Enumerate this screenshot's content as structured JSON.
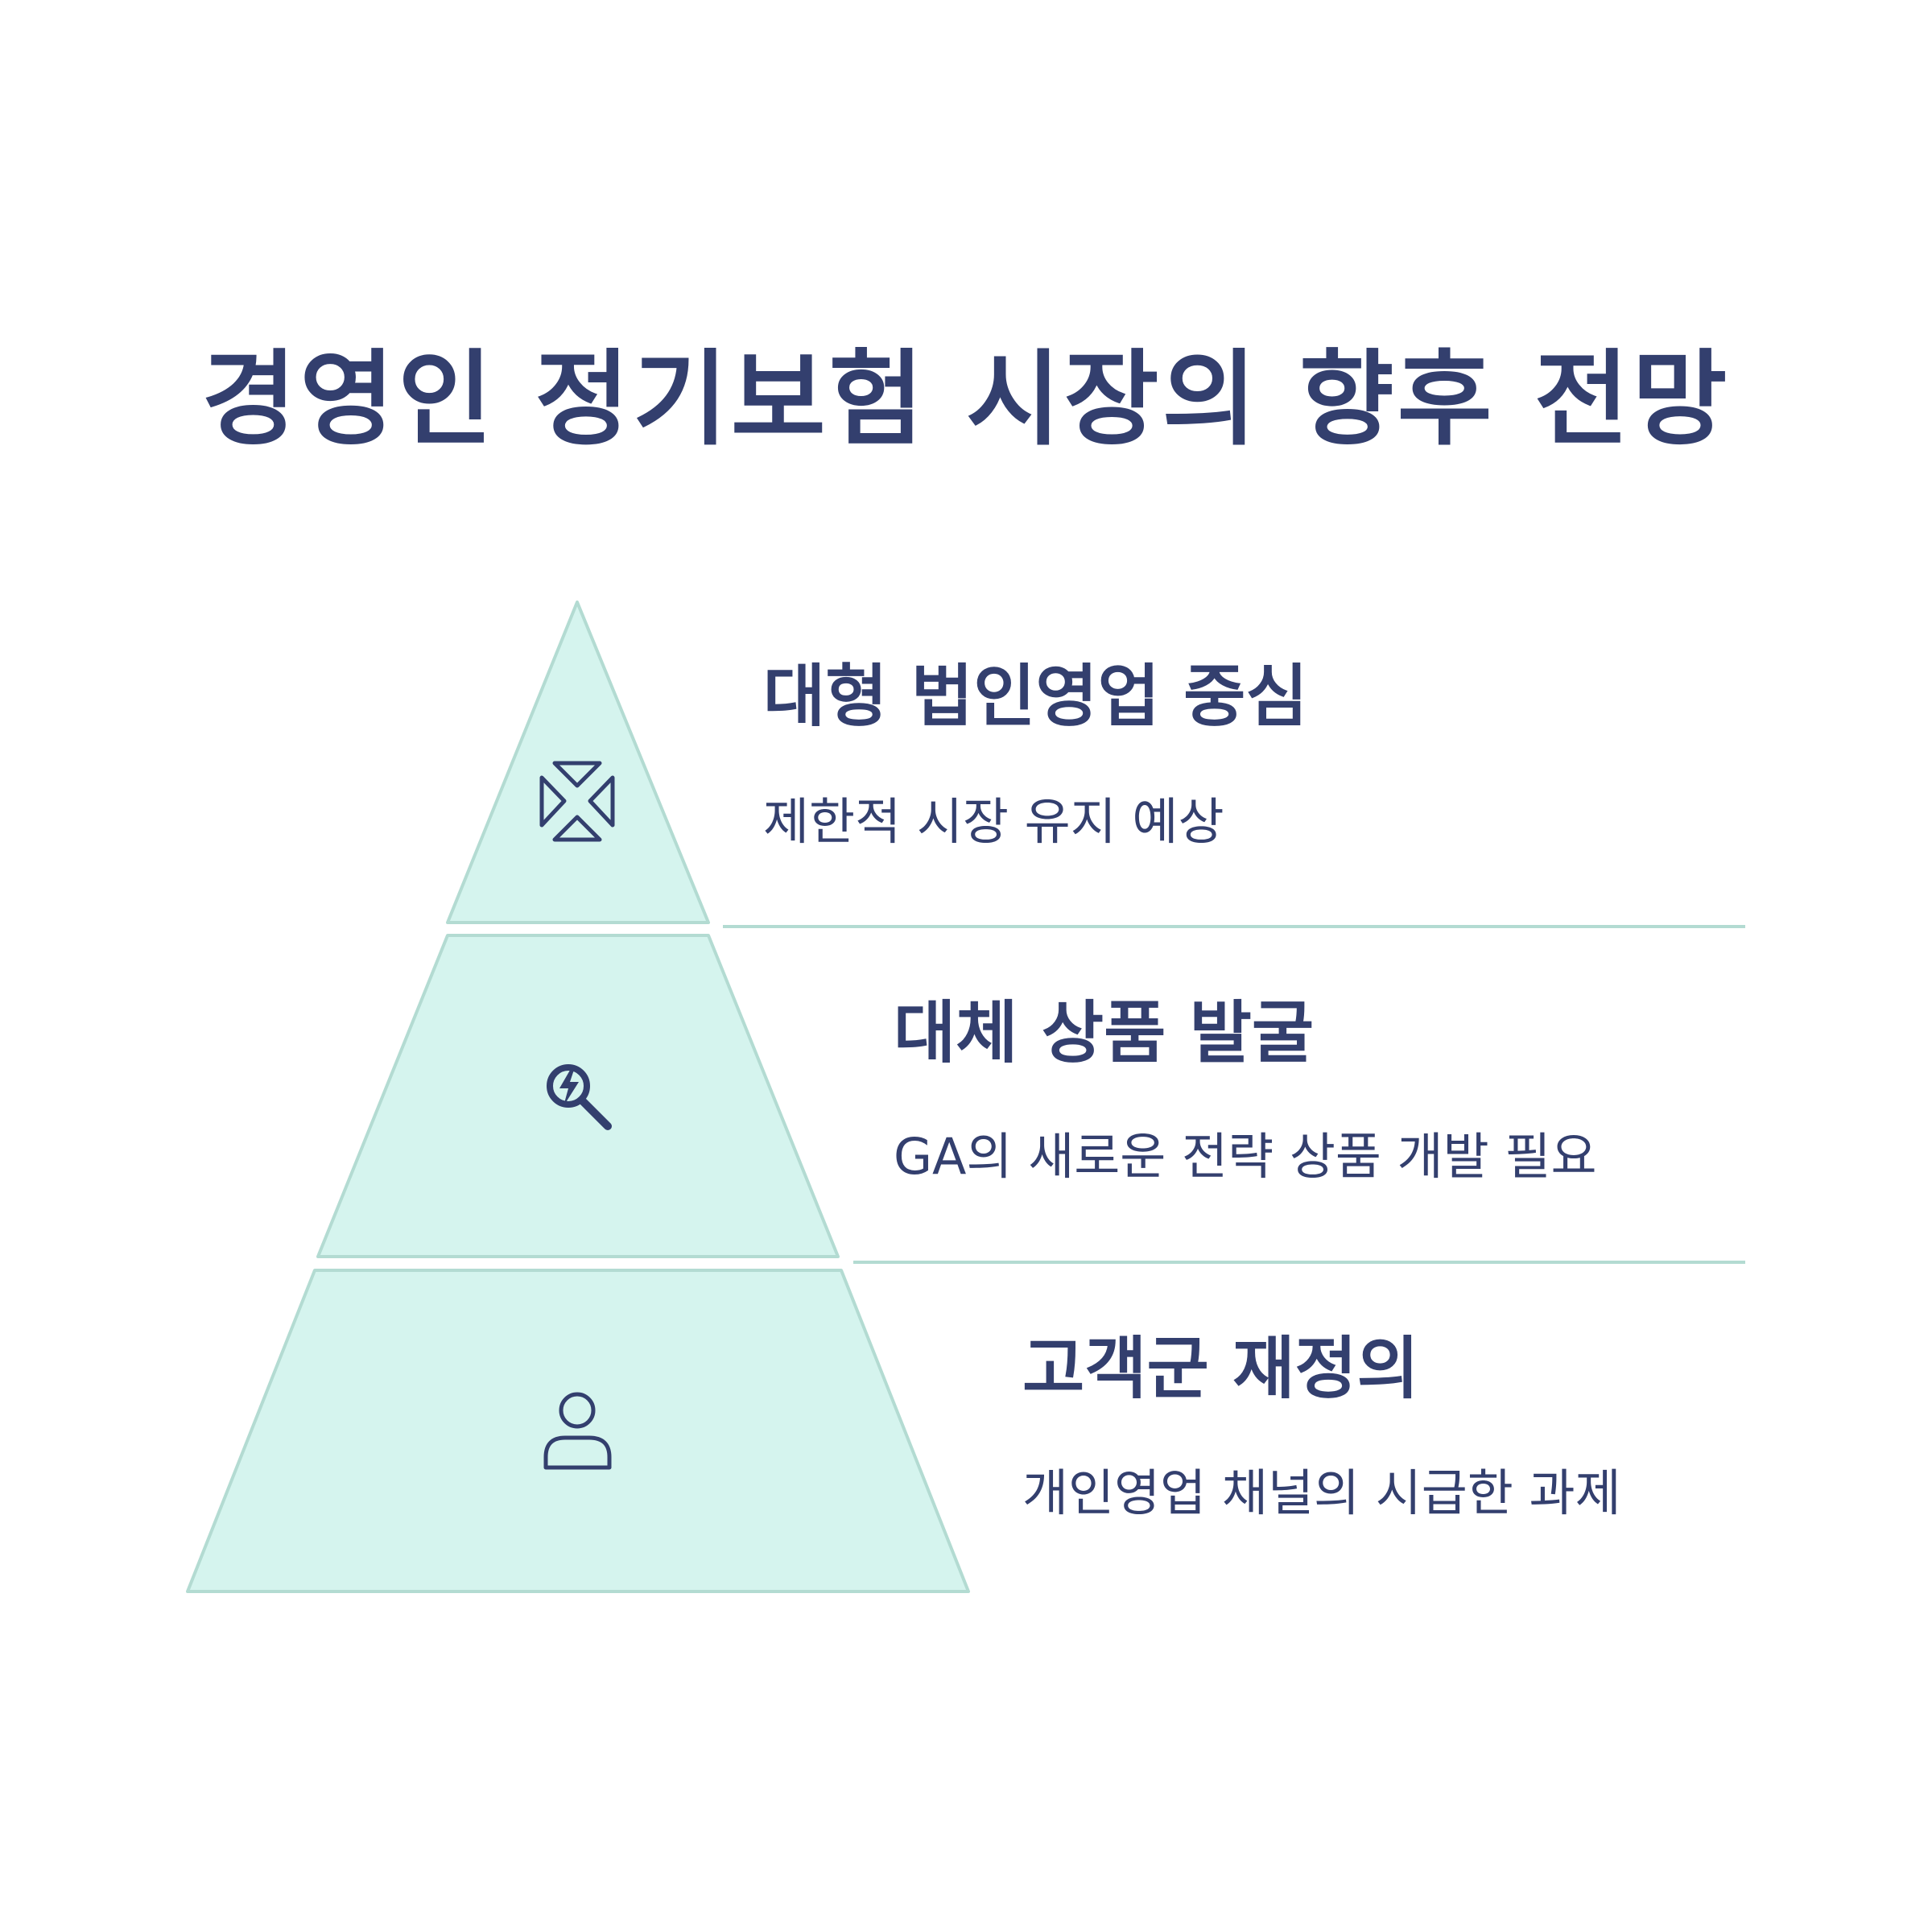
{
  "title": "경영인 정기보험 시장의 향후 전망",
  "colors": {
    "text": "#333f6e",
    "fill": "#d5f4ee",
    "stroke": "#b3dbd2"
  },
  "tiers": [
    {
      "title": "대형 법인영업 중심",
      "description": "제한적 시장 유지 예상",
      "icon": "shrink-arrows-icon"
    },
    {
      "title": "대체 상품 발굴",
      "description": "GA의 새로운 전략 상품 개발 필요",
      "icon": "magnifier-bolt-icon"
    },
    {
      "title": "고객군 재정의",
      "description": "개인영업 채널의 시급한 과제",
      "icon": "person-icon"
    }
  ]
}
